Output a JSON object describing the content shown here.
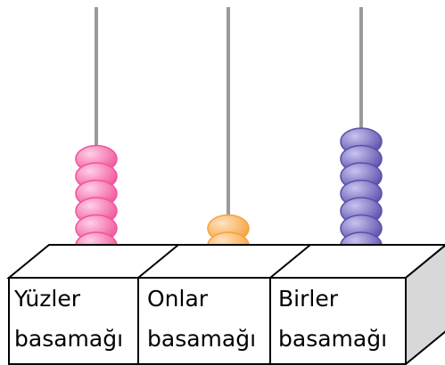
{
  "abacus": {
    "rods": [
      {
        "label_line1": "Yüzler",
        "label_line2": "basamağı",
        "bead_count": 6,
        "bead_color": "#f0559a",
        "bead_highlight": "#ffd0e6"
      },
      {
        "label_line1": "Onlar",
        "label_line2": "basamağı",
        "bead_count": 2,
        "bead_color": "#f7a23e",
        "bead_highlight": "#ffe3c0"
      },
      {
        "label_line1": "Birler",
        "label_line2": "basamağı",
        "bead_count": 7,
        "bead_color": "#5a50aa",
        "bead_highlight": "#c8c4f0"
      }
    ],
    "colors": {
      "rod": "#9a9a9a",
      "box_outline": "#000000",
      "box_top": "#ffffff",
      "box_side": "#d8d8d8"
    }
  }
}
